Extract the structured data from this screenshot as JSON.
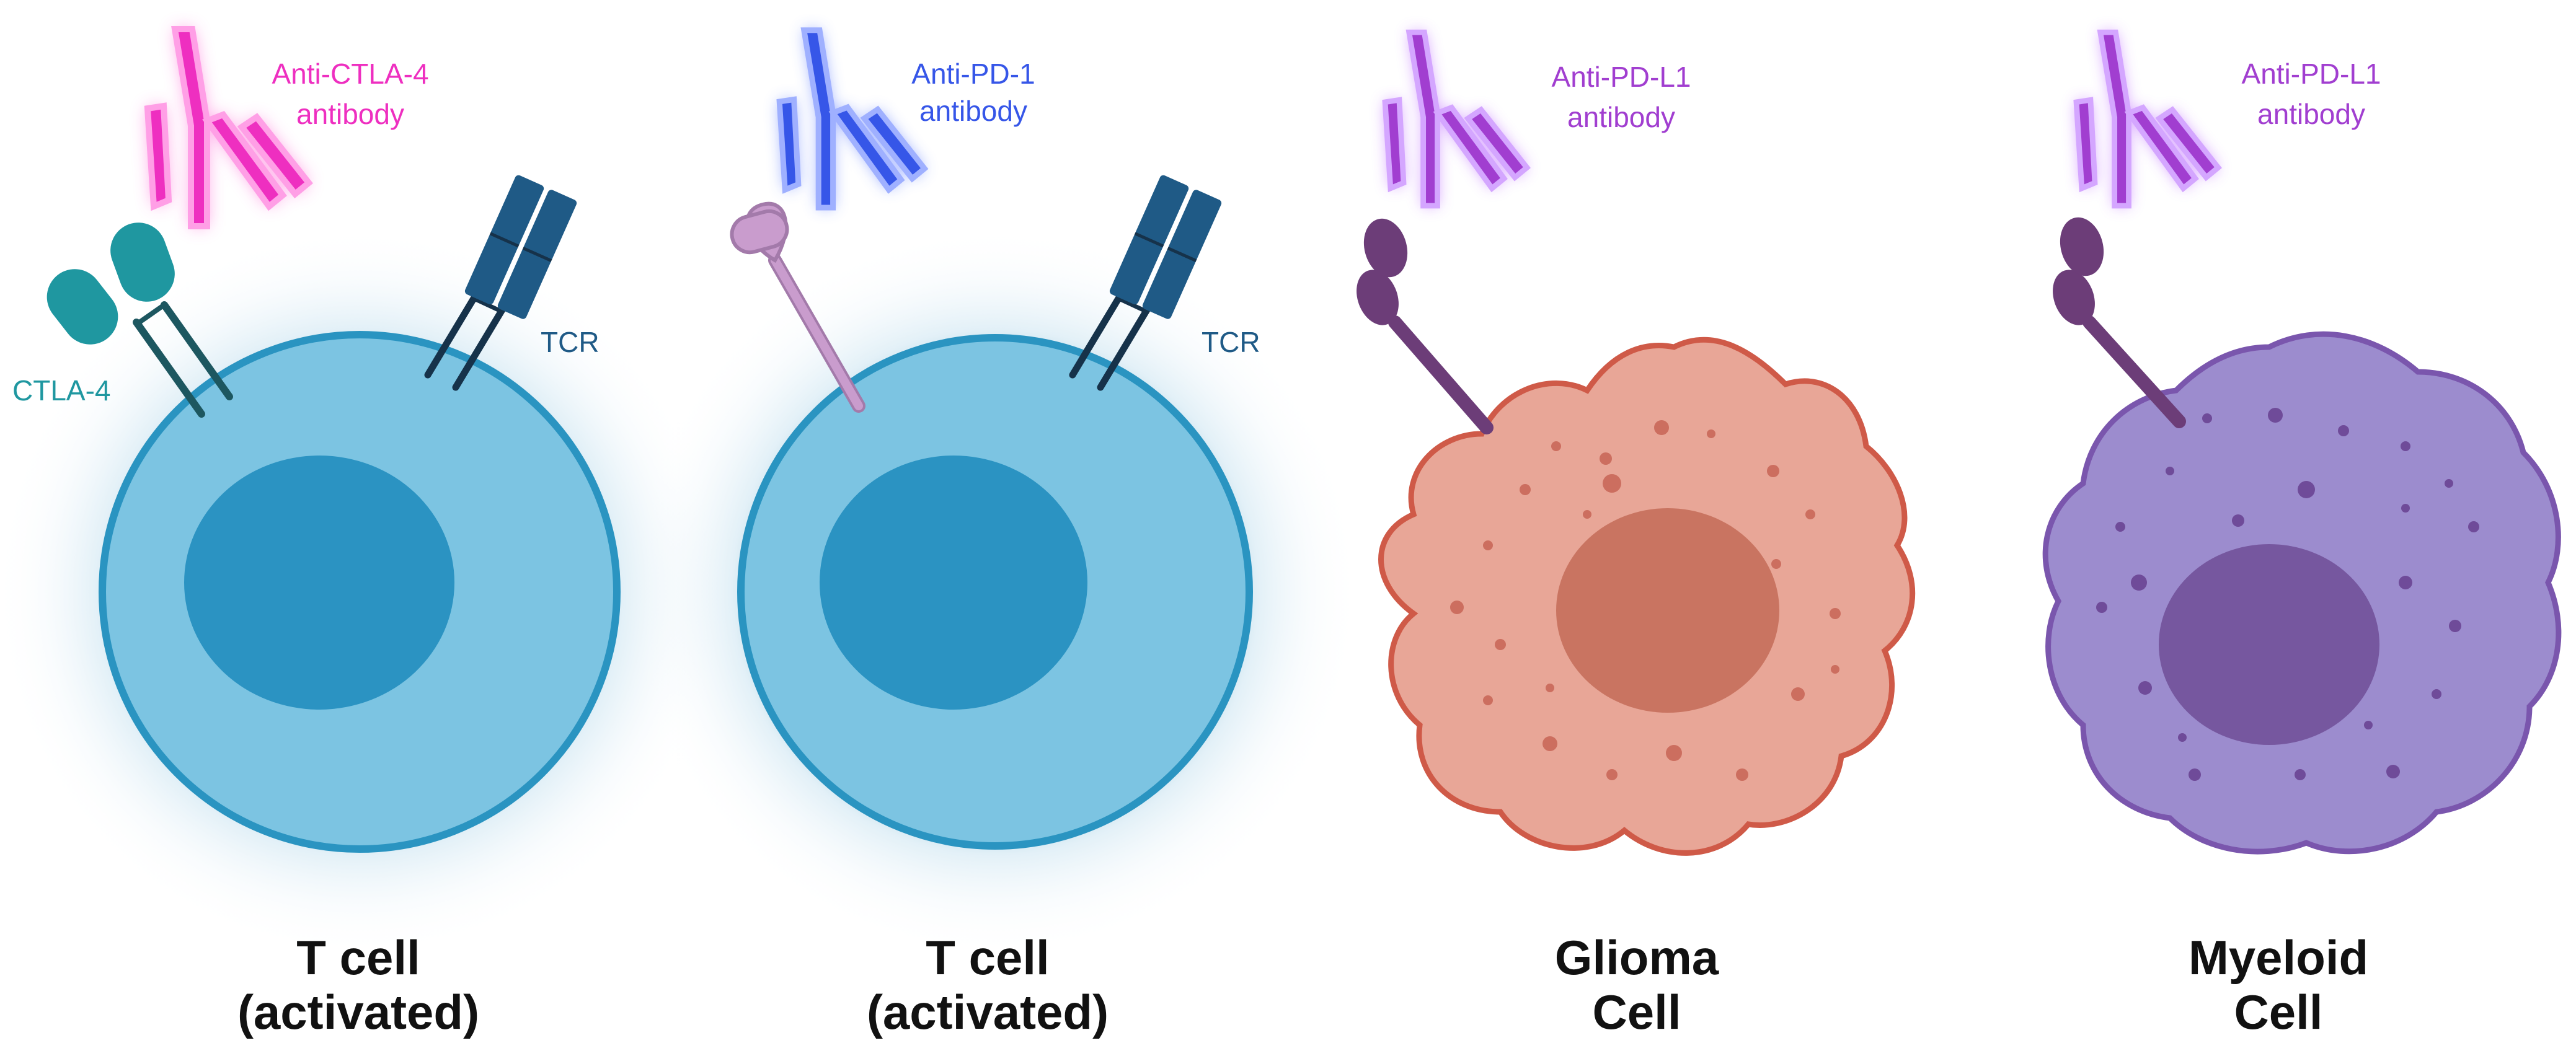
{
  "colors": {
    "magenta": "#ee2fc0",
    "blue": "#3656e8",
    "purple": "#a13ed0",
    "teal": "#1f97a0",
    "navy": "#1f5a86",
    "tcell_fill": "#7cc4e2",
    "tcell_stroke": "#2a94c1",
    "tcell_nucleus": "#2b93c2",
    "pd1": "#c99ccd",
    "pdl1": "#6c3d78",
    "glioma_fill": "#e8a697",
    "glioma_stroke": "#cf5a48",
    "glioma_nucleus": "#c97461",
    "myeloid_fill": "#9c8cce",
    "myeloid_stroke": "#7a56ad",
    "myeloid_nucleus": "#76579f",
    "title_text": "#111111"
  },
  "panels": [
    {
      "antibody": {
        "line1": "Anti-CTLA-4",
        "line2": "antibody",
        "icon": "antibody-icon"
      },
      "receptors": [
        {
          "label": "CTLA-4",
          "icon": "ctla4-receptor-icon"
        },
        {
          "label": "TCR",
          "icon": "tcr-receptor-icon"
        }
      ],
      "cell": {
        "line1": "T cell",
        "line2": "(activated)",
        "icon": "t-cell-icon"
      }
    },
    {
      "antibody": {
        "line1": "Anti-PD-1",
        "line2": "antibody",
        "icon": "antibody-icon"
      },
      "receptors": [
        {
          "label": "",
          "icon": "pd1-receptor-icon"
        },
        {
          "label": "TCR",
          "icon": "tcr-receptor-icon"
        }
      ],
      "cell": {
        "line1": "T cell",
        "line2": "(activated)",
        "icon": "t-cell-icon"
      }
    },
    {
      "antibody": {
        "line1": "Anti-PD-L1",
        "line2": "antibody",
        "icon": "antibody-icon"
      },
      "receptors": [
        {
          "label": "",
          "icon": "pdl1-ligand-icon"
        }
      ],
      "cell": {
        "line1": "Glioma",
        "line2": "Cell",
        "icon": "glioma-cell-icon"
      }
    },
    {
      "antibody": {
        "line1": "Anti-PD-L1",
        "line2": "antibody",
        "icon": "antibody-icon"
      },
      "receptors": [
        {
          "label": "",
          "icon": "pdl1-ligand-icon"
        }
      ],
      "cell": {
        "line1": "Myeloid",
        "line2": "Cell",
        "icon": "myeloid-cell-icon"
      }
    }
  ]
}
